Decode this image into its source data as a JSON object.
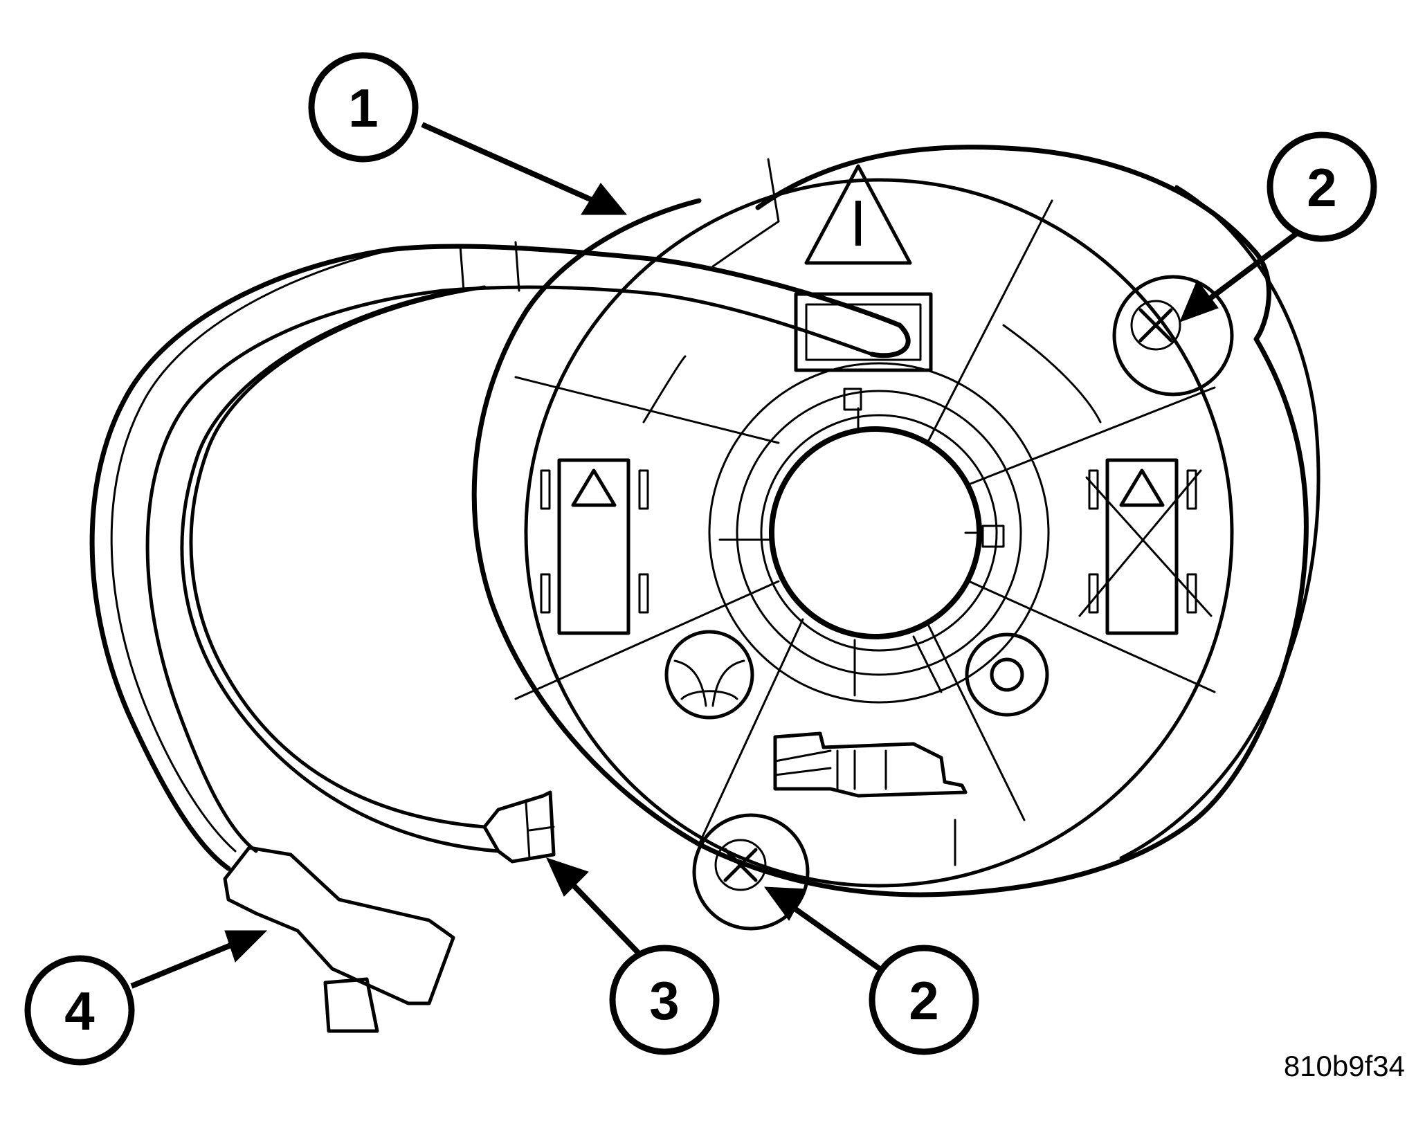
{
  "callouts": [
    {
      "id": "callout-1",
      "label": "1"
    },
    {
      "id": "callout-2-upper",
      "label": "2"
    },
    {
      "id": "callout-2-lower",
      "label": "2"
    },
    {
      "id": "callout-3",
      "label": "3"
    },
    {
      "id": "callout-4",
      "label": "4"
    }
  ],
  "figure_id": "810b9f34",
  "icons": {
    "warning": "warning-triangle-icon",
    "book": "manual-book-icon",
    "car_ok": "car-alignment-correct-icon",
    "car_bad": "car-alignment-incorrect-icon",
    "steering_wheel": "steering-wheel-icon",
    "hand": "pointing-hand-icon",
    "circle": "circle-target-icon",
    "screw": "screw-cross-icon"
  },
  "colors": {
    "ink": "#000000",
    "paper": "#ffffff"
  }
}
